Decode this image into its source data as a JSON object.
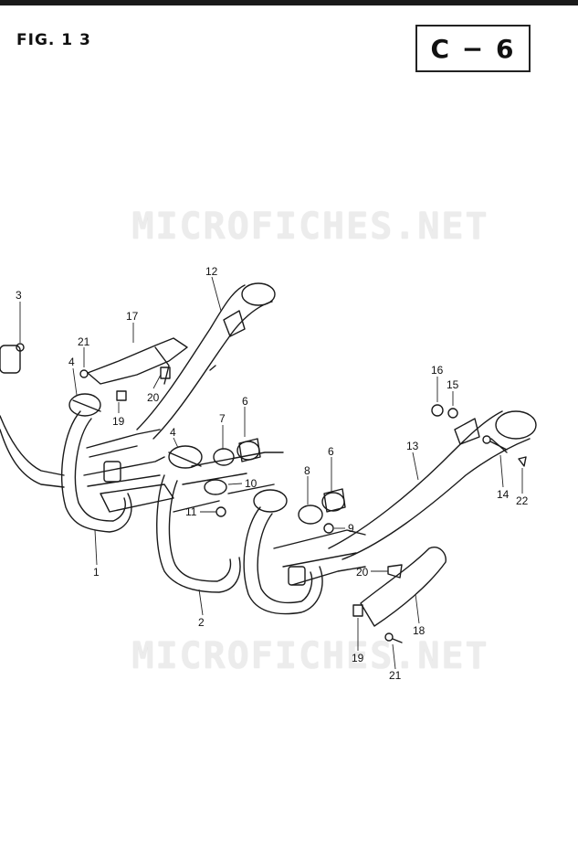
{
  "figure": {
    "title": "FIG. 1 3",
    "code": "C − 6"
  },
  "watermark": {
    "text": "MICROFICHES.NET"
  },
  "callouts": [
    {
      "id": "c12",
      "text": "12"
    },
    {
      "id": "c3",
      "text": "3"
    },
    {
      "id": "c17",
      "text": "17"
    },
    {
      "id": "c21a",
      "text": "21"
    },
    {
      "id": "c4a",
      "text": "4"
    },
    {
      "id": "c20a",
      "text": "20"
    },
    {
      "id": "c19a",
      "text": "19"
    },
    {
      "id": "c6a",
      "text": "6"
    },
    {
      "id": "c7",
      "text": "7"
    },
    {
      "id": "c4b",
      "text": "4"
    },
    {
      "id": "c10",
      "text": "10"
    },
    {
      "id": "c11",
      "text": "11"
    },
    {
      "id": "c8",
      "text": "8"
    },
    {
      "id": "c6b",
      "text": "6"
    },
    {
      "id": "c9",
      "text": "9"
    },
    {
      "id": "c16",
      "text": "16"
    },
    {
      "id": "c15",
      "text": "15"
    },
    {
      "id": "c13",
      "text": "13"
    },
    {
      "id": "c14",
      "text": "14"
    },
    {
      "id": "c22",
      "text": "22"
    },
    {
      "id": "c1",
      "text": "1"
    },
    {
      "id": "c2",
      "text": "2"
    },
    {
      "id": "c20b",
      "text": "20"
    },
    {
      "id": "c18",
      "text": "18"
    },
    {
      "id": "c19b",
      "text": "19"
    },
    {
      "id": "c21b",
      "text": "21"
    }
  ]
}
